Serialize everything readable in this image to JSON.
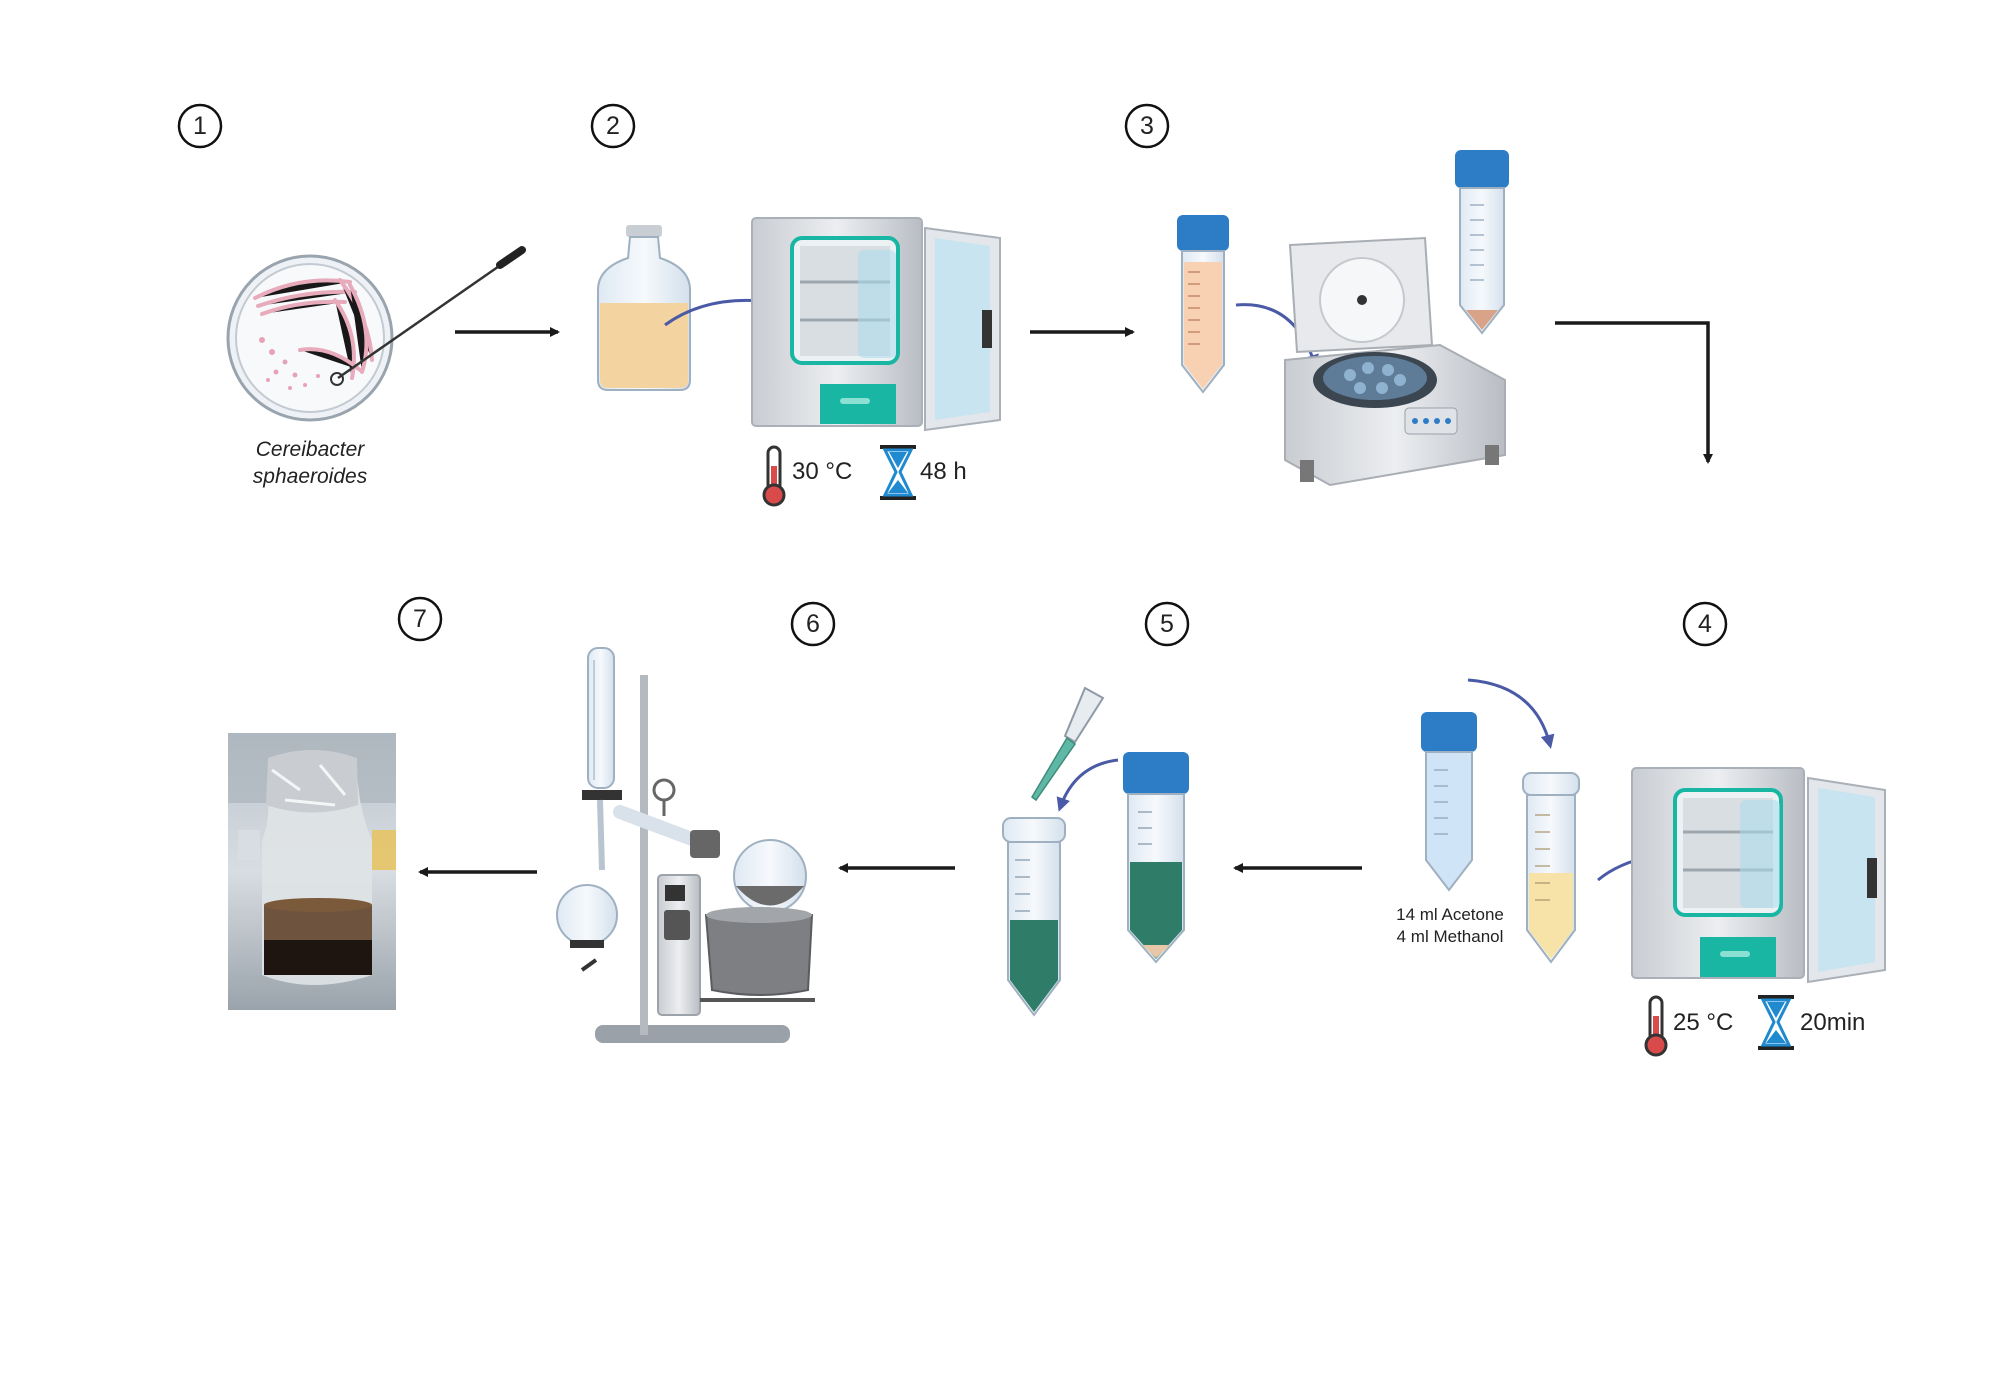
{
  "steps": [
    "1",
    "2",
    "3",
    "4",
    "5",
    "6",
    "7"
  ],
  "organism": {
    "line1": "Cereibacter",
    "line2": "sphaeroides"
  },
  "incubation_1": {
    "temperature": "30 °C",
    "time": "48 h"
  },
  "incubation_2": {
    "temperature": "25 °C",
    "time": "20min"
  },
  "solvents": {
    "line1": "14 ml Acetone",
    "line2": "4 ml Methanol"
  },
  "colors": {
    "culture": "#f3d3a0",
    "pellet": "#e8b896",
    "extract_green": "#2f7d68",
    "extract_yellow": "#f7e3a8",
    "cap_blue": "#2c7dc6",
    "arrow_purple": "#4b5aa6",
    "streak_pink": "#e6a3b6",
    "incubator_teal": "#19b6a4"
  },
  "icons": [
    "petri-dish-icon",
    "inoculation-loop-icon",
    "culture-bottle-icon",
    "incubator-icon",
    "falcon-tube-icon",
    "centrifuge-icon",
    "pipette-icon",
    "rotary-evaporator-icon",
    "extract-vial-photo",
    "thermometer-icon",
    "hourglass-icon",
    "arrow-icon"
  ]
}
